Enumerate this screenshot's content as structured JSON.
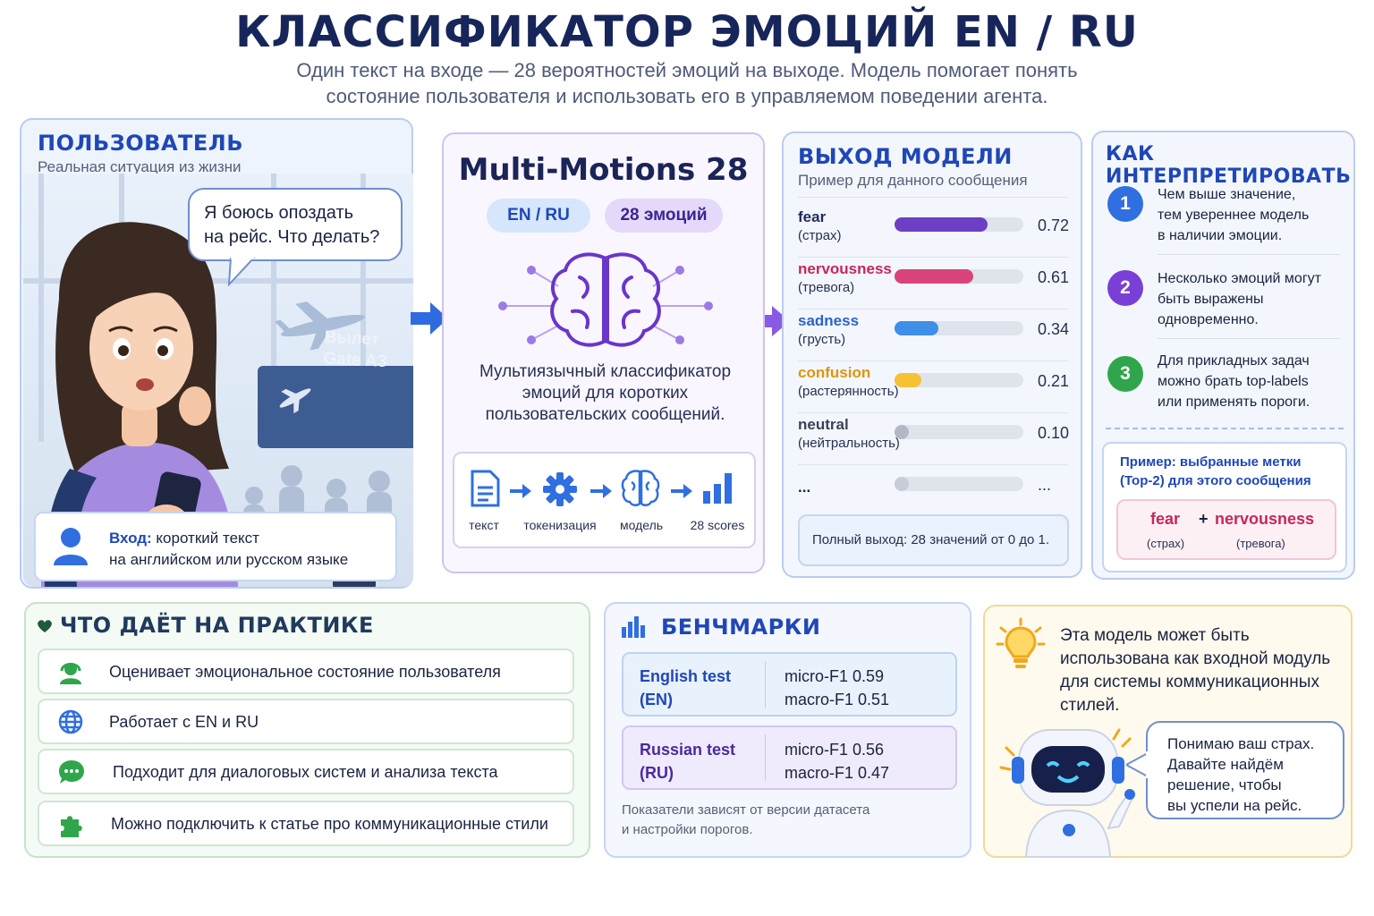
{
  "header": {
    "title": "КЛАССИФИКАТОР ЭМОЦИЙ EN / RU",
    "subtitle_1": "Один текст на входе — 28 вероятностей эмоций на выходе. Модель помогает понять",
    "subtitle_2": "состояние пользователя и использовать его в управляемом поведении агента."
  },
  "user": {
    "title": "ПОЛЬЗОВАТЕЛЬ",
    "subtitle": "Реальная ситуация из жизни",
    "bubble_1": "Я боюсь опоздать",
    "bubble_2": "на рейс. Что делать?",
    "sign_1": "Вылет",
    "sign_2": "Gate A3",
    "input_bold": "Вход:",
    "input_1": " короткий текст",
    "input_2": "на английском или русском языке"
  },
  "model": {
    "title": "Multi-Motions 28",
    "pill_lang": "EN / RU",
    "pill_count": "28 эмоций",
    "desc_1": "Мультиязычный классификатор",
    "desc_2": "эмоций для коротких",
    "desc_3": "пользовательских сообщений.",
    "pipeline": [
      "текст",
      "токенизация",
      "модель",
      "28 scores"
    ]
  },
  "output": {
    "title": "ВЫХОД МОДЕЛИ",
    "subtitle": "Пример для данного сообщения",
    "emotions": [
      {
        "name": "fear",
        "ru": "(страх)",
        "value": 0.72,
        "value_text": "0.72",
        "color": "#6c3fc4",
        "name_color": "#1f2a5c"
      },
      {
        "name": "nervousness",
        "ru": "(тревога)",
        "value": 0.61,
        "value_text": "0.61",
        "color": "#d9457a",
        "name_color": "#c8265c"
      },
      {
        "name": "sadness",
        "ru": "(грусть)",
        "value": 0.34,
        "value_text": "0.34",
        "color": "#3f8ee8",
        "name_color": "#2b63c8"
      },
      {
        "name": "confusion",
        "ru": "(растерянность)",
        "value": 0.21,
        "value_text": "0.21",
        "color": "#f5c235",
        "name_color": "#e0940a"
      },
      {
        "name": "neutral",
        "ru": "(нейтральность)",
        "value": 0.1,
        "value_text": "0.10",
        "color": "#b3b8c4",
        "name_color": "#3a4257"
      },
      {
        "name": "...",
        "ru": "",
        "value": 0.1,
        "value_text": "...",
        "color": "#c8ccd6",
        "name_color": "#1a2340"
      }
    ],
    "note": "Полный выход: 28 значений от 0 до 1."
  },
  "interpret": {
    "title": "КАК ИНТЕРПРЕТИРОВАТЬ",
    "steps": [
      {
        "num": "1",
        "lines": [
          "Чем выше значение,",
          "тем увереннее модель",
          "в наличии эмоции."
        ],
        "color": "#2f6fe0"
      },
      {
        "num": "2",
        "lines": [
          "Несколько эмоций могут",
          "быть выражены",
          "одновременно."
        ],
        "color": "#7a3fd6"
      },
      {
        "num": "3",
        "lines": [
          "Для прикладных задач",
          "можно брать top-labels",
          "или применять пороги."
        ],
        "color": "#2fa64c"
      }
    ],
    "example_title_1": "Пример: выбранные метки",
    "example_title_2": "(Top-2) для этого сообщения",
    "ex_label_1": "fear",
    "ex_plus": "+",
    "ex_label_2": "nervousness",
    "ex_ru_1": "(страх)",
    "ex_ru_2": "(тревога)"
  },
  "practice": {
    "title": "ЧТО ДАЁТ НА ПРАКТИКЕ",
    "items": [
      "Оценивает эмоциональное состояние пользователя",
      "Работает с EN и RU",
      "Подходит для диалоговых систем и анализа текста",
      "Можно подключить к статье про коммуникационные стили"
    ]
  },
  "bench": {
    "title": "БЕНЧМАРКИ",
    "rows": [
      {
        "l1": "English test",
        "l2": "(EN)",
        "r1": "micro-F1 0.59",
        "r2": "macro-F1 0.51"
      },
      {
        "l1": "Russian test",
        "l2": "(RU)",
        "r1": "micro-F1 0.56",
        "r2": "macro-F1 0.47"
      }
    ],
    "note_1": "Показатели зависят от версии датасета",
    "note_2": "и настройки порогов."
  },
  "agent": {
    "text_1": "Эта модель может быть",
    "text_2": "использована как входной модуль",
    "text_3": "для системы коммуникационных",
    "text_4": "стилей.",
    "bubble_1": "Понимаю ваш страх.",
    "bubble_2": "Давайте найдём",
    "bubble_3": "решение, чтобы",
    "bubble_4": "вы успели на рейс."
  }
}
